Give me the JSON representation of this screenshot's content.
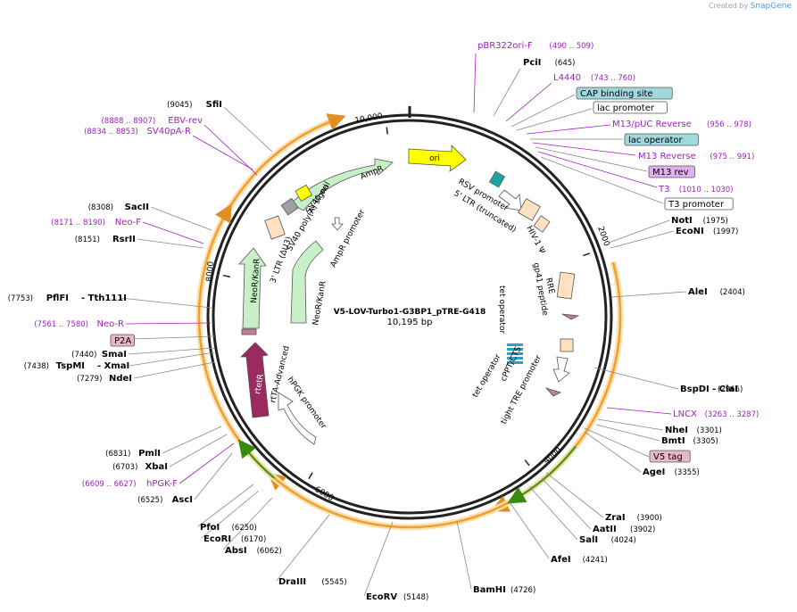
{
  "credit": {
    "prefix": "Created by",
    "brand": "SnapGene"
  },
  "plasmid": {
    "name": "V5-LOV-Turbo1-G3BP1_pTRE-G418",
    "length": "10,195 bp"
  },
  "ticks": [
    "2000",
    "4000",
    "6000",
    "8000",
    "10,000"
  ],
  "colors": {
    "primer": "#a020c0",
    "site": "#000000",
    "orange": "#f0a030",
    "green": "#4a9a20",
    "ring": "#222222"
  },
  "labels": {
    "top": [
      {
        "text": "pBR322ori-F",
        "range": "(490 .. 509)",
        "kind": "primer"
      },
      {
        "text": "PciI",
        "num": "(645)",
        "kind": "site"
      },
      {
        "text": "L4440",
        "range": "(743 .. 760)",
        "kind": "primer"
      },
      {
        "text": "CAP binding site",
        "kind": "box-teal"
      },
      {
        "text": "lac promoter",
        "kind": "box-white"
      },
      {
        "text": "M13/pUC Reverse",
        "range": "(956 .. 978)",
        "kind": "primer"
      },
      {
        "text": "lac operator",
        "kind": "box-teal"
      },
      {
        "text": "M13 Reverse",
        "range": "(975 .. 991)",
        "kind": "primer"
      },
      {
        "text": "M13 rev",
        "kind": "box-purple"
      },
      {
        "text": "T3",
        "range": "(1010 .. 1030)",
        "kind": "primer"
      },
      {
        "text": "T3 promoter",
        "kind": "box-white"
      }
    ],
    "right": [
      {
        "text": "NotI",
        "num": "(1975)"
      },
      {
        "text": "EcoNI",
        "num": "(1997)"
      },
      {
        "text": "AleI",
        "num": "(2404)"
      },
      {
        "text": "BspDI",
        "num": "(2966)",
        "extra": "ClaI"
      },
      {
        "text": "LNCX",
        "range": "(3263 .. 3287)",
        "kind": "primer"
      },
      {
        "text": "NheI",
        "num": "(3301)"
      },
      {
        "text": "BmtI",
        "num": "(3305)"
      },
      {
        "text": "V5 tag",
        "kind": "box-pink"
      },
      {
        "text": "AgeI",
        "num": "(3355)"
      }
    ],
    "bottom": [
      {
        "text": "ZraI",
        "num": "(3900)"
      },
      {
        "text": "AatII",
        "num": "(3902)"
      },
      {
        "text": "SalI",
        "num": "(4024)"
      },
      {
        "text": "AfeI",
        "num": "(4241)"
      },
      {
        "text": "BamHI",
        "num": "(4726)"
      },
      {
        "text": "EcoRV",
        "num": "(5148)"
      },
      {
        "text": "DraIII",
        "num": "(5545)"
      },
      {
        "text": "AbsI",
        "num": "(6062)"
      },
      {
        "text": "EcoRI",
        "num": "(6170)"
      },
      {
        "text": "PfoI",
        "num": "(6250)"
      }
    ],
    "left": [
      {
        "text": "AscI",
        "num": "(6525)"
      },
      {
        "text": "hPGK-F",
        "range": "(6609 .. 6627)",
        "kind": "primer"
      },
      {
        "text": "XbaI",
        "num": "(6703)"
      },
      {
        "text": "PmlI",
        "num": "(6831)"
      },
      {
        "text": "NdeI",
        "num": "(7279)"
      },
      {
        "text": "TspMI",
        "num": "(7438)",
        "extra": "XmaI"
      },
      {
        "text": "SmaI",
        "num": "(7440)"
      },
      {
        "text": "P2A",
        "kind": "box-pink"
      },
      {
        "text": "Neo-R",
        "range": "(7561 .. 7580)",
        "kind": "primer"
      },
      {
        "text": "PflFI",
        "num": "(7753)",
        "extra": "Tth111I"
      },
      {
        "text": "RsrII",
        "num": "(8151)"
      },
      {
        "text": "Neo-F",
        "range": "(8171 .. 8190)",
        "kind": "primer"
      },
      {
        "text": "SacII",
        "num": "(8308)"
      },
      {
        "text": "SV40pA-R",
        "range": "(8834 .. 8853)",
        "kind": "primer"
      },
      {
        "text": "EBV-rev",
        "range": "(8888 .. 8907)",
        "kind": "primer"
      },
      {
        "text": "SfiI",
        "num": "(9045)"
      }
    ]
  },
  "features": {
    "ori": "ori",
    "AmpR": "AmpR",
    "AmpR_promoter": "AmpR promoter",
    "SV40_ori": "SV40 ori",
    "SV40_polyA": "SV40 poly(A) signal",
    "LTR3": "3' LTR (ΔU3)",
    "NeoR1": "NeoR/KanR",
    "NeoR2": "NeoR/KanR",
    "rtTA": "rtTA-Advanced",
    "rtetR": "rtetR",
    "hPGK": "hPGK promoter",
    "RSV": "RSV promoter",
    "LTR5": "5' LTR (truncated)",
    "HIV": "HIV-1 Ψ",
    "RRE": "RRE",
    "gp41": "gp41 peptide",
    "tetop1": "tet operator",
    "tetop2": "tet operator",
    "cPPT": "cPPT/CTS",
    "tightTRE": "tight TRE promoter"
  }
}
